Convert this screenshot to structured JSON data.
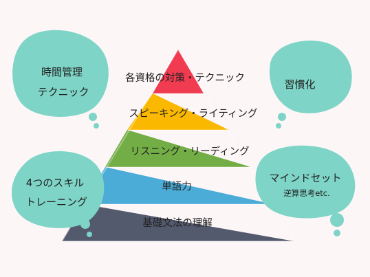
{
  "pyramid": {
    "layers": [
      {
        "label": "各資格の対策・テクニック",
        "color": "#f03b50"
      },
      {
        "label": "スピーキング・ライティング",
        "color": "#fbb800"
      },
      {
        "label": "リスニング・リーディング",
        "color": "#72ad45"
      },
      {
        "label": "単語力",
        "color": "#4bacd8"
      },
      {
        "label": "基礎文法の理解",
        "color": "#545a6e"
      }
    ]
  },
  "bubbles": {
    "time_management": {
      "lines": [
        "時間管理",
        "テクニック"
      ]
    },
    "habit": {
      "lines": [
        "習慣化"
      ]
    },
    "four_skills": {
      "lines": [
        "4つのスキル",
        "トレーニング"
      ]
    },
    "mindset": {
      "lines": [
        "マインドセット"
      ],
      "sub": "逆算思考etc."
    }
  },
  "colors": {
    "bubble": "#7ed4c6",
    "background": "#fcf6f7"
  }
}
